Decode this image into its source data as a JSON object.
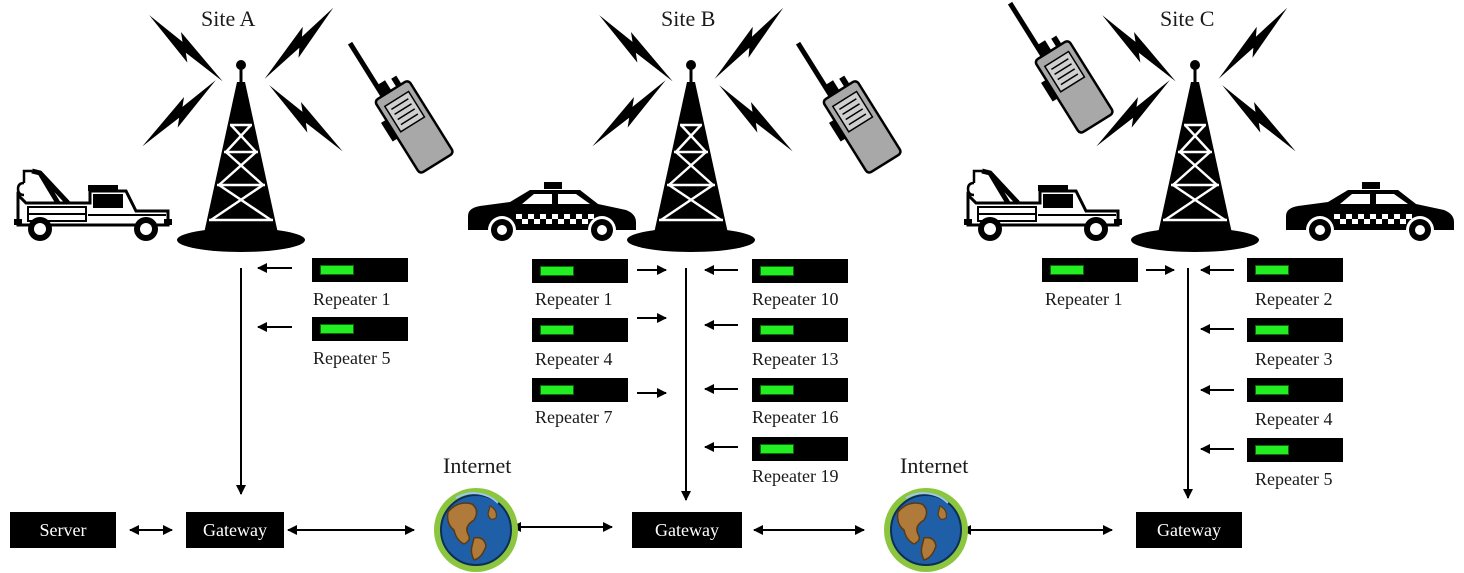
{
  "sites": {
    "a": {
      "title": "Site A"
    },
    "b": {
      "title": "Site B"
    },
    "c": {
      "title": "Site C"
    }
  },
  "repeaters": {
    "a": [
      "Repeater 1",
      "Repeater 5"
    ],
    "b_left": [
      "Repeater 1",
      "Repeater 4",
      "Repeater 7"
    ],
    "b_right": [
      "Repeater 10",
      "Repeater 13",
      "Repeater 16",
      "Repeater 19"
    ],
    "c_left": [
      "Repeater 1"
    ],
    "c_right": [
      "Repeater 2",
      "Repeater 3",
      "Repeater 4",
      "Repeater 5"
    ]
  },
  "nodes": {
    "server": "Server",
    "gateway_a": "Gateway",
    "gateway_b": "Gateway",
    "gateway_c": "Gateway",
    "internet_1": "Internet",
    "internet_2": "Internet"
  },
  "icons": {
    "tower": "radio-tower-icon",
    "signal": "lightning-signal-icon",
    "radio": "handheld-radio-icon",
    "tow_truck": "tow-truck-icon",
    "taxi": "taxi-icon",
    "globe": "globe-icon"
  },
  "colors": {
    "repeater_led": "#22ee22",
    "globe_ring": "#8cc63f",
    "globe_ocean": "#1f5fa8",
    "land": "#b07a3a"
  }
}
